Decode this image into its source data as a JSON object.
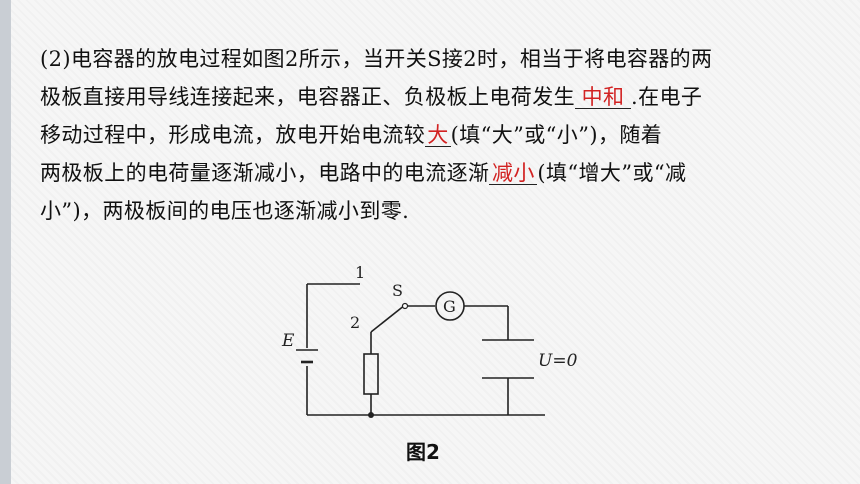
{
  "paragraph": {
    "l1": "(2)电容器的放电过程如图2所示，当开关S接2时，相当于将电容器的两",
    "l2_pre": "极板直接用导线连接起来，电容器正、负极板上电荷发生",
    "ans1": "中和",
    "l2_post": ".在电子",
    "l3_pre": "移动过程中，形成电流，放电开始电流较",
    "ans2": "大",
    "l3_post": "(填“大”或“小”)，随着",
    "l4_pre": "两极板上的电荷量逐渐减小，电路中的电流逐渐",
    "ans3": "减小",
    "l4_post": "(填“增大”或“减",
    "l5": "小”)，两极板间的电压也逐渐减小到零."
  },
  "figure": {
    "label_1": "1",
    "label_2": "2",
    "label_S": "S",
    "label_G": "G",
    "label_E": "E",
    "label_U": "U=0",
    "caption": "图2"
  },
  "colors": {
    "answer": "#d22222",
    "line": "#222222"
  }
}
